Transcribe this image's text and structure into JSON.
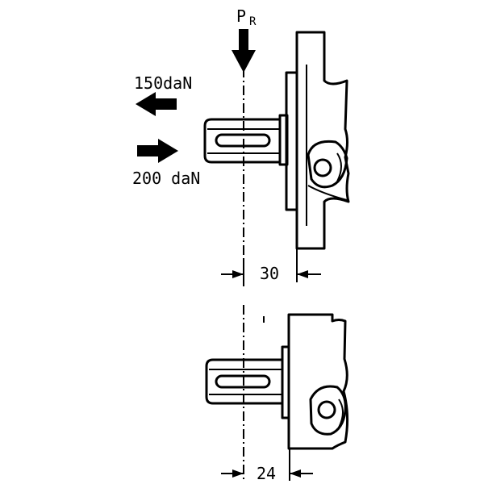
{
  "labels": {
    "radial_load_symbol": "P",
    "radial_load_subscript": "R",
    "axial_load_left": "150daN",
    "axial_load_right": "200 daN",
    "dimension_top": "30",
    "dimension_bottom": "24"
  }
}
